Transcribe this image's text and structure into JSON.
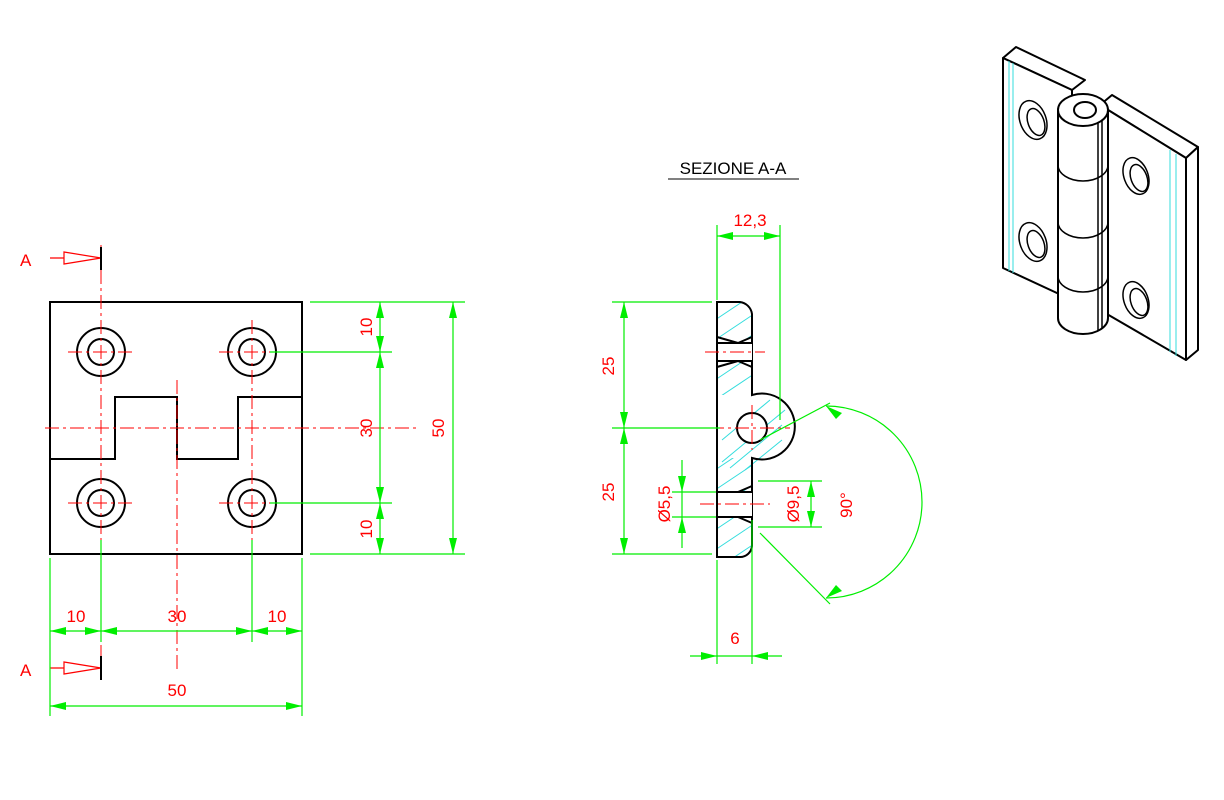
{
  "section_title": "SEZIONE A-A",
  "section_marks": {
    "top": "A",
    "bottom": "A"
  },
  "front_view_dims": {
    "top_hole": "10",
    "middle": "30",
    "bottom_hole": "10",
    "overall_height": "50",
    "left": "10",
    "center": "30",
    "right": "10",
    "overall_width": "50"
  },
  "section_view_dims": {
    "top_width": "12,3",
    "upper_height": "25",
    "lower_height": "25",
    "hole_small_dia": "Ø5,5",
    "hole_large_dia": "Ø9,5",
    "angle": "90°",
    "thickness": "6"
  },
  "colors": {
    "dimension": "#00ee00",
    "dimension_text": "#ff0000",
    "center_line": "#ff0000",
    "hatch": "#33dddd",
    "object": "#000000"
  }
}
